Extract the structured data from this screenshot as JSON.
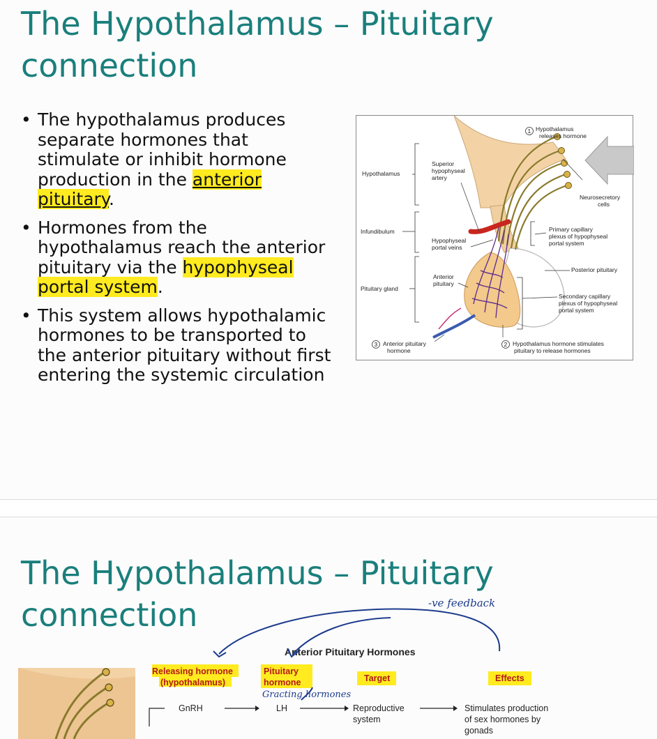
{
  "slide1": {
    "title": "The Hypothalamus – Pituitary connection",
    "bullets": [
      {
        "parts": [
          {
            "text": "The hypothalamus produces separate hormones that stimulate or inhibit hormone production in the ",
            "hl": false,
            "ul": false
          },
          {
            "text": "anterior pituitary",
            "hl": true,
            "ul": true
          },
          {
            "text": ".",
            "hl": false,
            "ul": false
          }
        ]
      },
      {
        "parts": [
          {
            "text": "Hormones from the hypothalamus reach the anterior pituitary via the ",
            "hl": false,
            "ul": false
          },
          {
            "text": "hypophyseal portal system",
            "hl": true,
            "ul": false
          },
          {
            "text": ".",
            "hl": false,
            "ul": false
          }
        ]
      },
      {
        "parts": [
          {
            "text": "This system allows hypothalamic hormones to be transported to the anterior pituitary without first entering the systemic circulation",
            "hl": false,
            "ul": false
          }
        ]
      }
    ],
    "figure": {
      "step1_num": "1",
      "step1_line1": "Hypothalamus",
      "step1_line2": "releases hormone",
      "hypothalamus": "Hypothalamus",
      "superior_line1": "Superior",
      "superior_line2": "hypophyseal",
      "superior_line3": "artery",
      "neuro_line1": "Neurosecretory",
      "neuro_line2": "cells",
      "infundibulum": "Infundibulum",
      "hpv_line1": "Hypophyseal",
      "hpv_line2": "portal veins",
      "primary_line1": "Primary capillary",
      "primary_line2": "plexus of hypophyseal",
      "primary_line3": "portal system",
      "posterior": "Posterior pituitary",
      "anterior_line1": "Anterior",
      "anterior_line2": "pituitary",
      "pituitary_gland": "Pituitary gland",
      "secondary_line1": "Secondary capillary",
      "secondary_line2": "plexus of hypophyseal",
      "secondary_line3": "portal system",
      "step3_num": "3",
      "step3_line1": "Anterior pituitary",
      "step3_line2": "hormone",
      "step2_num": "2",
      "step2_line1": "Hypothalamus hormone stimulates",
      "step2_line2": "pituitary to release hormones"
    },
    "colors": {
      "title": "#1a7f7c",
      "highlight": "#ffeb1f"
    }
  },
  "slide2": {
    "title": "The Hypothalamus – Pituitary connection",
    "table_title": "Anterior Pituitary Hormones",
    "headers": {
      "releasing_line1": "Releasing hormone",
      "releasing_line2": "(hypothalamus)",
      "pituitary_line1": "Pituitary",
      "pituitary_line2": "hormone",
      "target": "Target",
      "effects": "Effects"
    },
    "row1": {
      "releasing": "GnRH",
      "pituitary": "LH",
      "target_line1": "Reproductive",
      "target_line2": "system",
      "effects_line1": "Stimulates production",
      "effects_line2": "of sex hormones by",
      "effects_line3": "gonads"
    },
    "handwriting": {
      "feedback": "-ve feedback",
      "acting": "Gracting hormones"
    },
    "colors": {
      "ink": "#1c3b8c",
      "header_red": "#b21a1a"
    }
  }
}
